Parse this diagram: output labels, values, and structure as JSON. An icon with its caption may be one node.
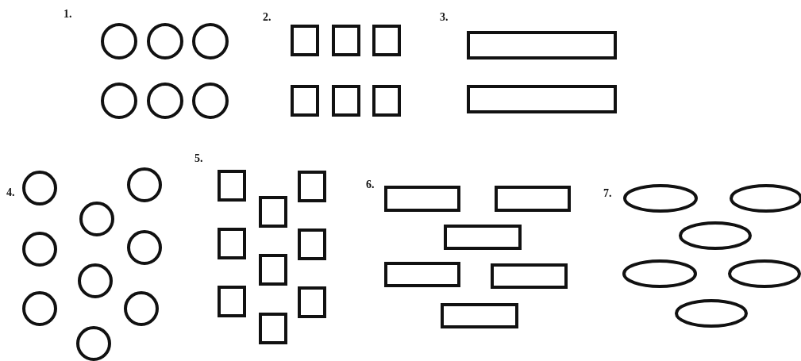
{
  "diagram": {
    "labels": [
      "1.",
      "2.",
      "3.",
      "4.",
      "5.",
      "6.",
      "7."
    ]
  }
}
